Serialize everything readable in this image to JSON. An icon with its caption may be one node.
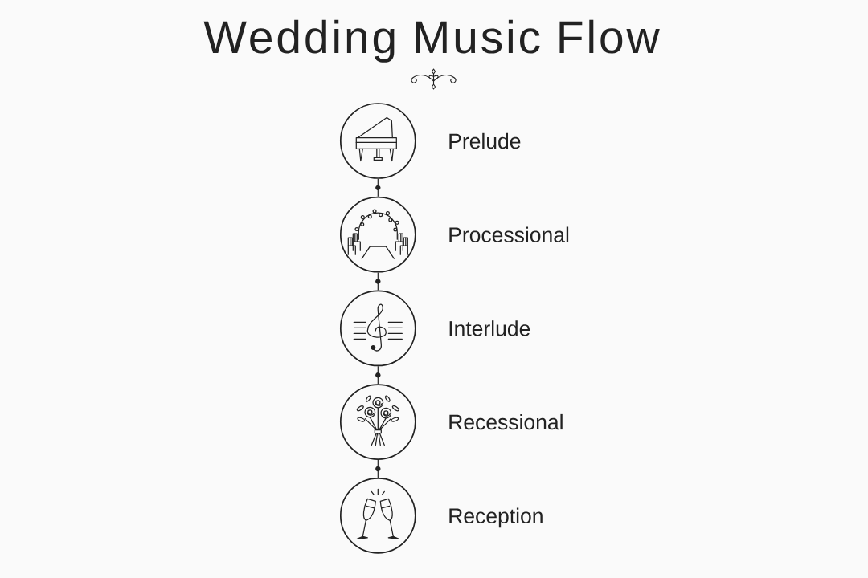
{
  "diagram": {
    "title": "Wedding Music Flow",
    "nodes": [
      {
        "text": [],
        "shape": "circle",
        "beside": [
          "Prelude"
        ]
      },
      {
        "text": [],
        "shape": "circle",
        "beside": [
          "Processional"
        ]
      },
      {
        "text": [],
        "shape": "circle",
        "beside": [
          "Interlude"
        ]
      },
      {
        "text": [],
        "shape": "circle",
        "beside": [
          "Recessional"
        ]
      },
      {
        "text": [],
        "shape": "circle",
        "beside": [
          "Reception"
        ]
      }
    ],
    "edges": [
      {
        "from": 0,
        "to": 1,
        "arrow": "none"
      },
      {
        "from": 1,
        "to": 2,
        "arrow": "none"
      },
      {
        "from": 2,
        "to": 3,
        "arrow": "none"
      },
      {
        "from": 3,
        "to": 4,
        "arrow": "none"
      }
    ]
  }
}
